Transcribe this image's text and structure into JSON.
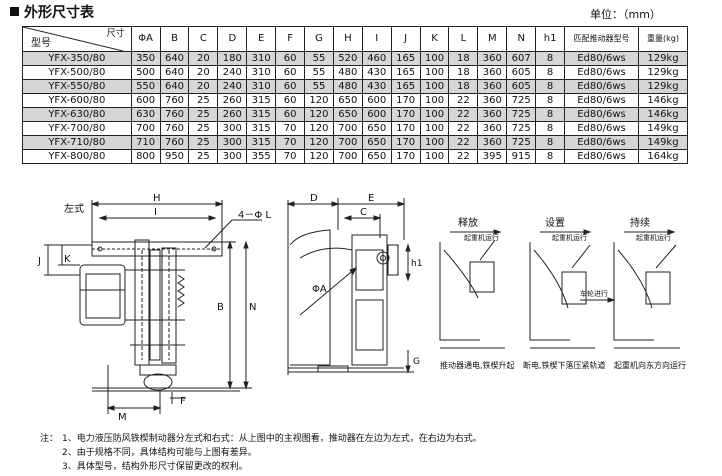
{
  "title": "外形尺寸表",
  "unit": "单位：（mm）",
  "table": {
    "corner_top": "尺寸",
    "corner_bottom": "型号",
    "headers": [
      "ΦA",
      "B",
      "C",
      "D",
      "E",
      "F",
      "G",
      "H",
      "I",
      "J",
      "K",
      "L",
      "M",
      "N",
      "h1"
    ],
    "header_actuator": "匹配推动器型号",
    "header_weight": "重量(kg)",
    "rows": [
      [
        "YFX-350/80",
        "350",
        "640",
        "20",
        "180",
        "310",
        "60",
        "55",
        "520",
        "460",
        "165",
        "100",
        "18",
        "360",
        "607",
        "8",
        "Ed80/6ws",
        "129kg"
      ],
      [
        "YFX-500/80",
        "500",
        "640",
        "20",
        "240",
        "310",
        "60",
        "55",
        "480",
        "430",
        "165",
        "100",
        "18",
        "360",
        "605",
        "8",
        "Ed80/6ws",
        "129kg"
      ],
      [
        "YFX-550/80",
        "550",
        "640",
        "20",
        "240",
        "310",
        "60",
        "55",
        "480",
        "430",
        "165",
        "100",
        "18",
        "360",
        "605",
        "8",
        "Ed80/6ws",
        "129kg"
      ],
      [
        "YFX-600/80",
        "600",
        "760",
        "25",
        "260",
        "315",
        "60",
        "120",
        "650",
        "600",
        "170",
        "100",
        "22",
        "360",
        "725",
        "8",
        "Ed80/6ws",
        "146kg"
      ],
      [
        "YFX-630/80",
        "630",
        "760",
        "25",
        "260",
        "315",
        "60",
        "120",
        "650",
        "600",
        "170",
        "100",
        "22",
        "360",
        "725",
        "8",
        "Ed80/6ws",
        "146kg"
      ],
      [
        "YFX-700/80",
        "700",
        "760",
        "25",
        "300",
        "315",
        "70",
        "120",
        "700",
        "650",
        "170",
        "100",
        "22",
        "360",
        "725",
        "8",
        "Ed80/6ws",
        "149kg"
      ],
      [
        "YFX-710/80",
        "710",
        "760",
        "25",
        "300",
        "315",
        "70",
        "120",
        "700",
        "650",
        "170",
        "100",
        "22",
        "360",
        "725",
        "8",
        "Ed80/6ws",
        "149kg"
      ],
      [
        "YFX-800/80",
        "800",
        "950",
        "25",
        "300",
        "355",
        "70",
        "120",
        "700",
        "650",
        "170",
        "100",
        "22",
        "395",
        "915",
        "8",
        "Ed80/6ws",
        "164kg"
      ]
    ]
  },
  "drawing": {
    "left_style": "左式",
    "hole_label": "4－Φ L",
    "dims": {
      "H": "H",
      "I": "I",
      "J": "J",
      "K": "K",
      "B": "B",
      "N": "N",
      "M": "M",
      "F": "F",
      "D": "D",
      "E": "E",
      "C": "C",
      "A": "ΦA",
      "h1": "h1",
      "G": "G"
    },
    "states": [
      {
        "name": "释放",
        "sub": "起重机运行",
        "caption": "推动器通电,铁楔升起"
      },
      {
        "name": "设置",
        "sub": "起重机运行",
        "caption": "断电,铁楔下落压紧轨道"
      },
      {
        "name": "持续",
        "sub": "起重机运行",
        "side": "车轮进行",
        "caption": "起重机向东方向运行"
      }
    ]
  },
  "notes": {
    "prefix": "注：",
    "items": [
      "1、电力液压防风铁楔制动器分左式和右式：从上图中的主视图看，推动器在左边为左式，在右边为右式。",
      "2、由于规格不同，具体结构可能与上图有差异。",
      "3、具体型号，结构外形尺寸保留更改的权利。"
    ]
  }
}
